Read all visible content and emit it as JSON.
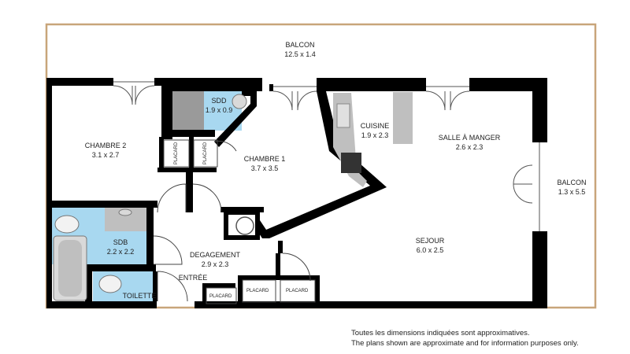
{
  "rooms": {
    "balcon_top": {
      "name": "BALCON",
      "dim": "12.5 x 1.4"
    },
    "chambre2": {
      "name": "CHAMBRE 2",
      "dim": "3.1 x 2.7"
    },
    "sdd": {
      "name": "SDD",
      "dim": "1.9 x 0.9"
    },
    "chambre1": {
      "name": "CHAMBRE 1",
      "dim": "3.7 x 3.5"
    },
    "cuisine": {
      "name": "CUISINE",
      "dim": "1.9 x 2.3"
    },
    "salle_a_manger": {
      "name": "SALLE À MANGER",
      "dim": "2.6 x 2.3"
    },
    "balcon_right": {
      "name": "BALCON",
      "dim": "1.3 x 5.5"
    },
    "sdb": {
      "name": "SDB",
      "dim": "2.2 x 2.2"
    },
    "degagement": {
      "name": "DEGAGEMENT",
      "dim": "2.9 x 2.3"
    },
    "sejour": {
      "name": "SEJOUR",
      "dim": "6.0 x 2.5"
    },
    "entree": {
      "name": "ENTRÉE"
    },
    "toilette": {
      "name": "TOILETTE"
    }
  },
  "placards": [
    "PLACARD",
    "PLACARD",
    "PLACARD",
    "PLACARD",
    "PLACARD"
  ],
  "disclaimer": {
    "fr": "Toutes les dimensions indiquées sont approximatives.",
    "en": "The plans shown are approximate and for information purposes only."
  },
  "colors": {
    "wall": "#000000",
    "balcony_line": "#c8a57a",
    "wet_room": "#a8d8f0",
    "fixture": "#bfbfbf"
  }
}
